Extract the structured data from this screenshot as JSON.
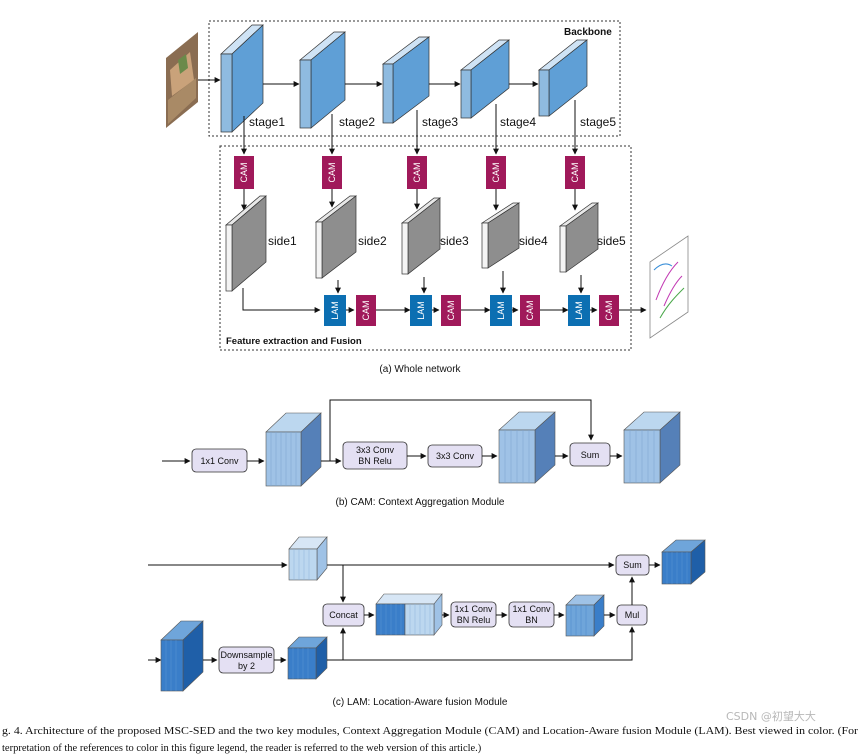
{
  "panel_a": {
    "backbone_label": "Backbone",
    "fusion_label": "Feature extraction and Fusion",
    "stages": [
      "stage1",
      "stage2",
      "stage3",
      "stage4",
      "stage5"
    ],
    "sides": [
      "side1",
      "side2",
      "side3",
      "side4",
      "side5"
    ],
    "cam": "CAM",
    "lam": "LAM",
    "caption": "(a) Whole network"
  },
  "panel_b": {
    "conv1": "1x1 Conv",
    "conv3a_line1": "3x3 Conv",
    "conv3a_line2": "BN Relu",
    "conv3b": "3x3 Conv",
    "sum": "Sum",
    "caption": "(b) CAM: Context Aggregation Module"
  },
  "panel_c": {
    "concat": "Concat",
    "conv_a_line1": "1x1 Conv",
    "conv_a_line2": "BN Relu",
    "conv_b_line1": "1x1 Conv",
    "conv_b_line2": "BN",
    "mul": "Mul",
    "sum": "Sum",
    "down_line1": "Downsample",
    "down_line2": "by 2",
    "caption": "(c) LAM: Location-Aware fusion Module"
  },
  "figure_caption": {
    "line1": "g. 4.  Architecture of the proposed MSC-SED and the two key modules, Context Aggregation Module (CAM) and Location-Aware fusion Module (LAM). Best viewed in color. (For",
    "line2": "terpretation of the references to color in this figure legend, the reader is referred to the web version of this article.)"
  },
  "watermark": "CSDN @初望大大",
  "colors": {
    "cam": "#a0195a",
    "lam": "#0c6fb2",
    "backbone_front": "#8fbbe0",
    "side_front": "#b0b0b0",
    "op_box": "#e4e0f3"
  }
}
